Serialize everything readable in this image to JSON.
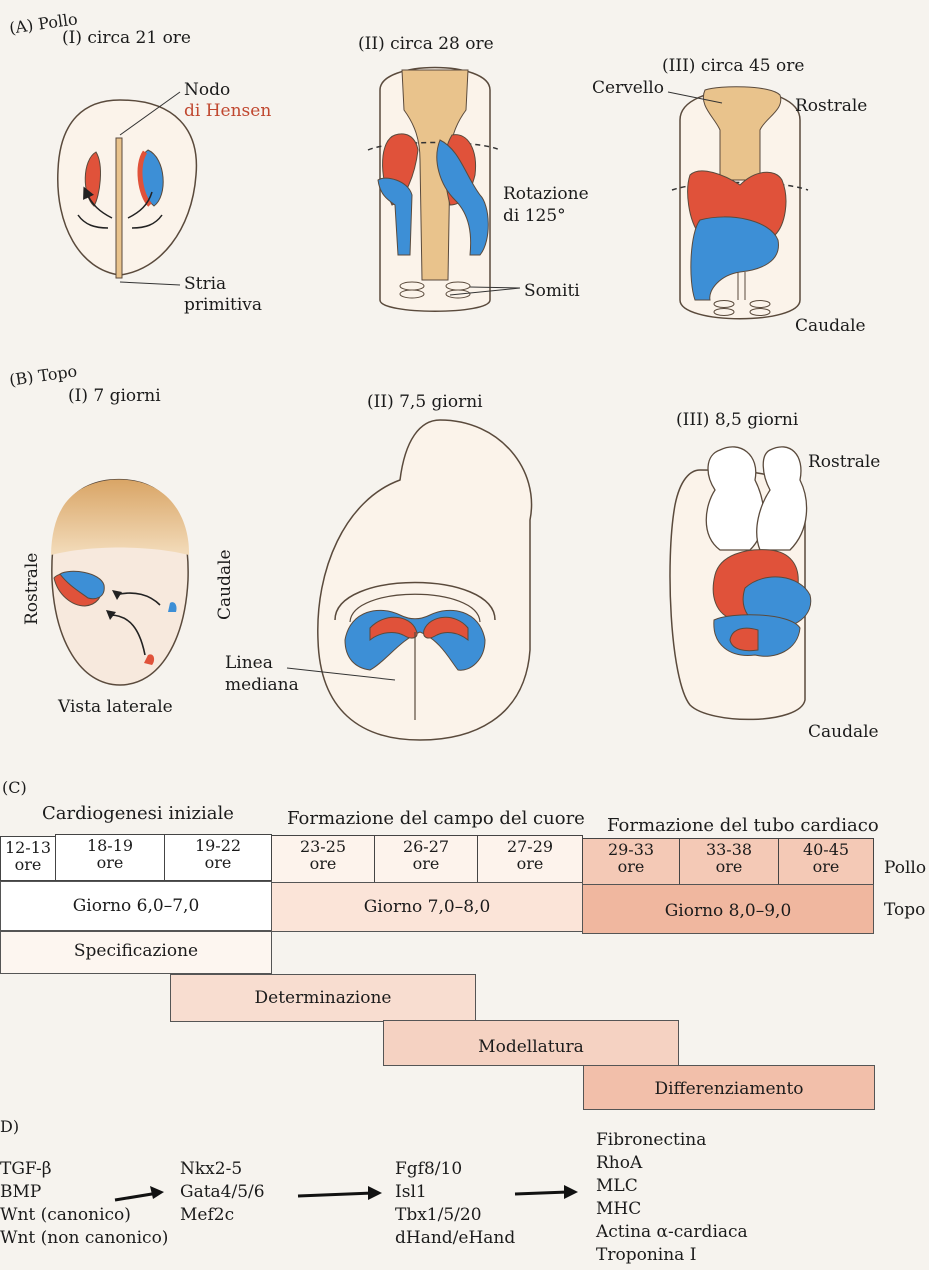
{
  "colors": {
    "red": "#e0523a",
    "blue": "#3d8fd6",
    "tan": "#e9c38c",
    "peach": "#f6dccb",
    "salmon": "#efb49d",
    "outline": "#4a3b2f"
  },
  "panelA": {
    "label": "(A) Pollo",
    "stage1": {
      "title": "(I) circa 21 ore",
      "node_label": [
        "Nodo",
        "di Hensen"
      ],
      "streak_label": [
        "Stria",
        "primitiva"
      ]
    },
    "stage2": {
      "title": "(II) circa 28 ore",
      "rotation_label": [
        "Rotazione",
        "di 125°"
      ],
      "somites_label": "Somiti"
    },
    "stage3": {
      "title": "(III) circa 45 ore",
      "brain_label": "Cervello",
      "rostral": "Rostrale",
      "caudal": "Caudale"
    }
  },
  "panelB": {
    "label": "(B) Topo",
    "stage1": {
      "title": "(I) 7 giorni",
      "rostral": "Rostrale",
      "caudal": "Caudale",
      "view": "Vista laterale"
    },
    "stage2": {
      "title": "(II) 7,5 giorni",
      "midline_label": [
        "Linea",
        "mediana"
      ]
    },
    "stage3": {
      "title": "(III) 8,5 giorni",
      "rostral": "Rostrale",
      "caudal": "Caudale"
    }
  },
  "panelC": {
    "label": "(C)",
    "phases": [
      "Cardiogenesi iniziale",
      "Formazione del campo del cuore",
      "Formazione del tubo cardiaco"
    ],
    "chick_times": [
      {
        "top": "12-13",
        "bottom": "ore"
      },
      {
        "top": "18-19",
        "bottom": "ore"
      },
      {
        "top": "19-22",
        "bottom": "ore"
      },
      {
        "top": "23-25",
        "bottom": "ore"
      },
      {
        "top": "26-27",
        "bottom": "ore"
      },
      {
        "top": "27-29",
        "bottom": "ore"
      },
      {
        "top": "29-33",
        "bottom": "ore"
      },
      {
        "top": "33-38",
        "bottom": "ore"
      },
      {
        "top": "40-45",
        "bottom": "ore"
      }
    ],
    "chick_label": "Pollo",
    "mouse_days": [
      "Giorno 6,0–7,0",
      "Giorno 7,0–8,0",
      "Giorno 8,0–9,0"
    ],
    "mouse_label": "Topo",
    "stages": [
      "Specificazione",
      "Determinazione",
      "Modellatura",
      "Differenziamento"
    ]
  },
  "panelD": {
    "label": "D)",
    "col1": [
      "TGF-β",
      "BMP",
      "Wnt (canonico)",
      "Wnt (non canonico)"
    ],
    "col2": [
      "Nkx2-5",
      "Gata4/5/6",
      "Mef2c"
    ],
    "col3": [
      "Fgf8/10",
      "Isl1",
      "Tbx1/5/20",
      "dHand/eHand"
    ],
    "col4": [
      "Fibronectina",
      "RhoA",
      "MLC",
      "MHC",
      "Actina α-cardiaca",
      "Troponina I"
    ]
  }
}
